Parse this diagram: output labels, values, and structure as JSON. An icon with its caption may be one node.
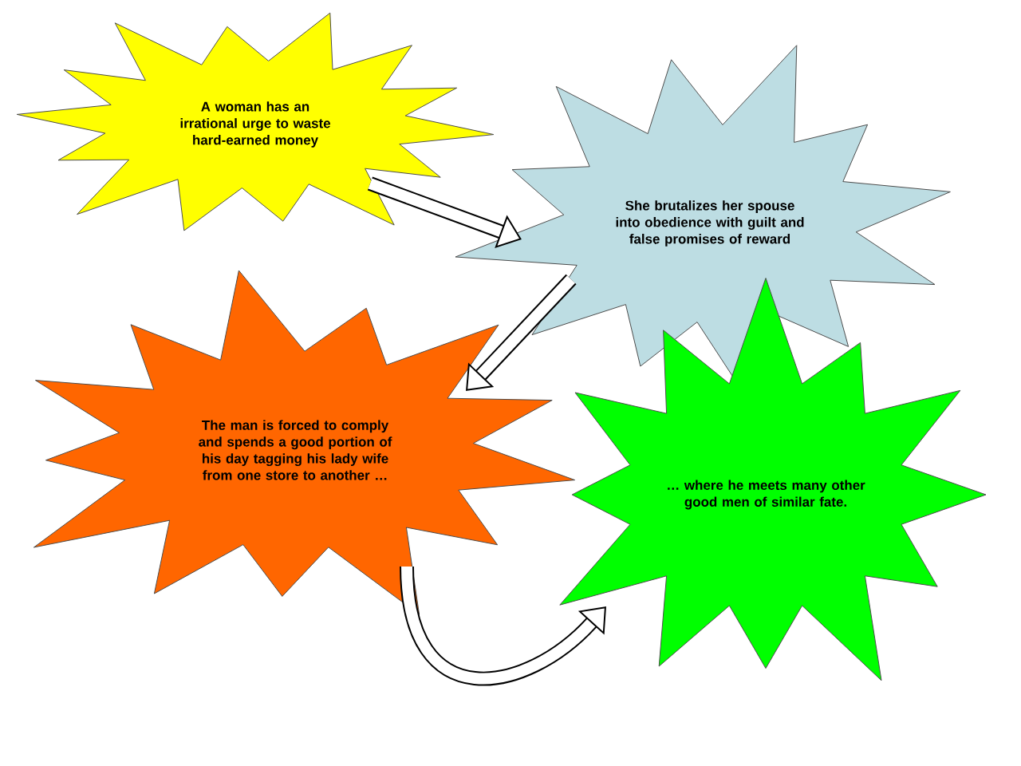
{
  "diagram": {
    "nodes": [
      {
        "text": [
          "A woman has an irrational urge to waste hard-earned money"
        ]
      },
      {
        "text": [
          "She brutalizes her spouse into obedience with guilt and false promises of reward"
        ]
      },
      {
        "text": [
          "The man is forced to comply and spends a good portion of his day tagging his lady wife from one store to another …"
        ]
      },
      {
        "text": [
          "… where he meets many other good men of similar fate."
        ]
      }
    ],
    "edges": [
      {
        "from": 0,
        "to": 1,
        "arrow": "to"
      },
      {
        "from": 1,
        "to": 2,
        "arrow": "to"
      },
      {
        "from": 2,
        "to": 3,
        "arrow": "to"
      }
    ]
  }
}
